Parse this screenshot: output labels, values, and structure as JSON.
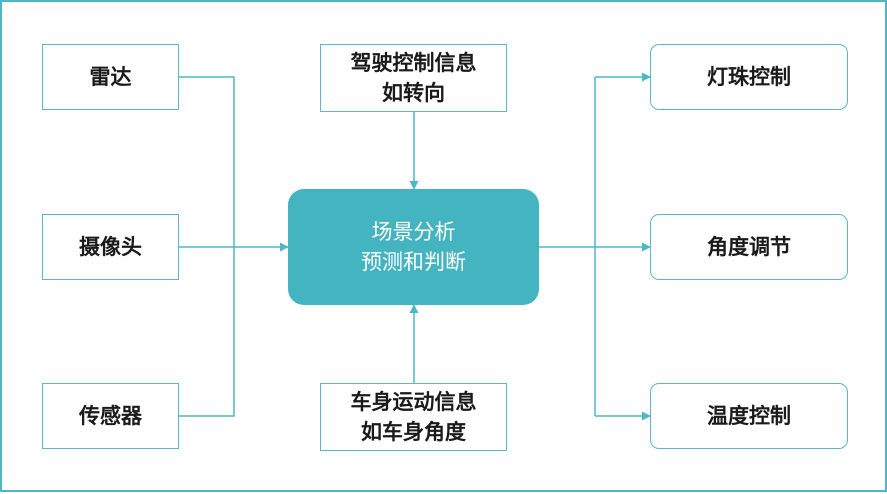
{
  "inputs": {
    "radar": "雷达",
    "camera": "摄像头",
    "sensor": "传感器"
  },
  "top_input": {
    "line1": "驾驶控制信息",
    "line2": "如转向"
  },
  "bottom_input": {
    "line1": "车身运动信息",
    "line2": "如车身角度"
  },
  "center": {
    "line1": "场景分析",
    "line2": "预测和判断"
  },
  "outputs": {
    "lamp_bead": "灯珠控制",
    "angle": "角度调节",
    "temperature": "温度控制"
  },
  "colors": {
    "accent": "#45b4c1",
    "line": "#4db8c4",
    "text": "#1a1a1a"
  }
}
